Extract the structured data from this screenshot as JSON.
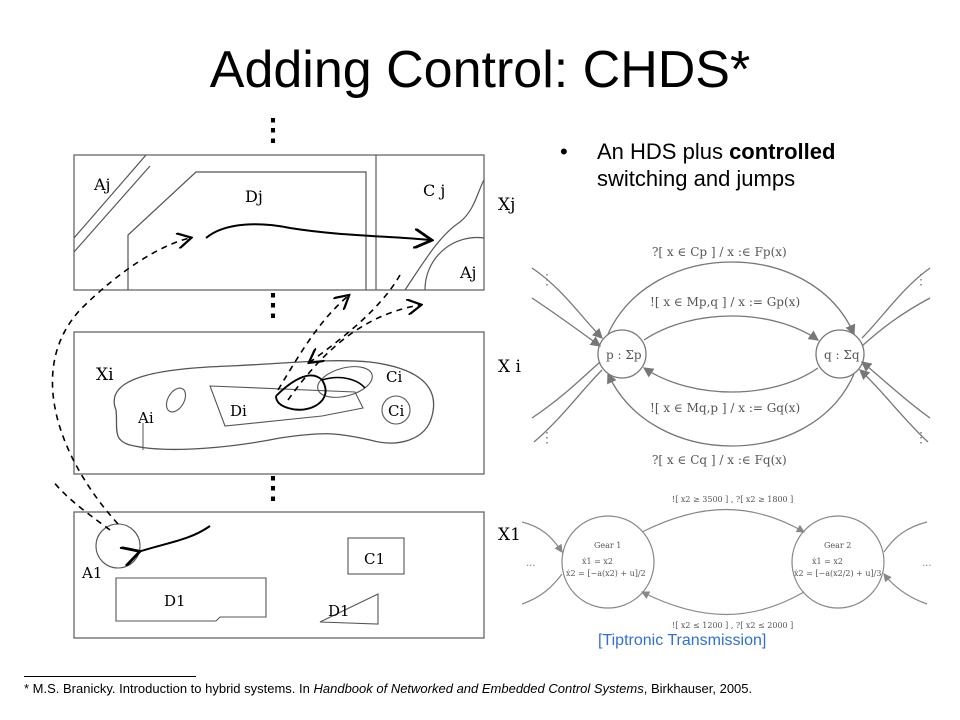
{
  "slide": {
    "title": "Adding Control: CHDS*",
    "bullet": {
      "marker": "•",
      "text_before": "An HDS plus ",
      "bold": "controlled",
      "text_after": " switching and jumps"
    },
    "caption": "[Tiptronic Transmission]",
    "footnote": {
      "marker": "*",
      "authors": " M.S.  Branicky.  Introduction to hybrid systems. In ",
      "source_italic": "Handbook of Networked and Embedded Control Systems",
      "publisher": ", Birkhauser, 2005."
    }
  },
  "left_figure": {
    "labels": {
      "aj": "Aj",
      "dj": "Dj",
      "cj": "C j",
      "xj": "Xj",
      "aj2": "Aj",
      "xi_left": "Xi",
      "xi_right": "X i",
      "ai": "Ai",
      "di": "Di",
      "ci": "Ci",
      "ci2": "Ci",
      "x1": "X1",
      "a1": "A1",
      "c1": "C1",
      "d1a": "D1",
      "d1b": "D1",
      "vdots": "⋮"
    }
  },
  "mode_diagram": {
    "node_p": "p : Σp",
    "node_q": "q : Σq",
    "edges": [
      "?[ x ∈ Cp ] / x :∈ Fp(x)",
      "![ x ∈ Mp,q ] / x := Gp(x)",
      "![ x ∈ Mq,p ] / x := Gq(x)",
      "?[ x ∈ Cq ] / x :∈ Fq(x)"
    ],
    "ellipsis": "⋮"
  },
  "gear_diagram": {
    "gear1": {
      "name": "Gear 1",
      "eq1": "ẋ1 = x2",
      "eq2": "ẋ2 = [−a(x2) + u]/2"
    },
    "gear2": {
      "name": "Gear 2",
      "eq1": "ẋ1 = x2",
      "eq2": "ẋ2 = [−a(x2/2) + u]/3"
    },
    "top_guard": "![ x2 ≥ 3500 ] , ?[ x2 ≥ 1800 ]",
    "bottom_guard": "![ x2 ≤ 1200 ] , ?[ x2 ≤ 2000 ]",
    "ellipsis": "..."
  }
}
